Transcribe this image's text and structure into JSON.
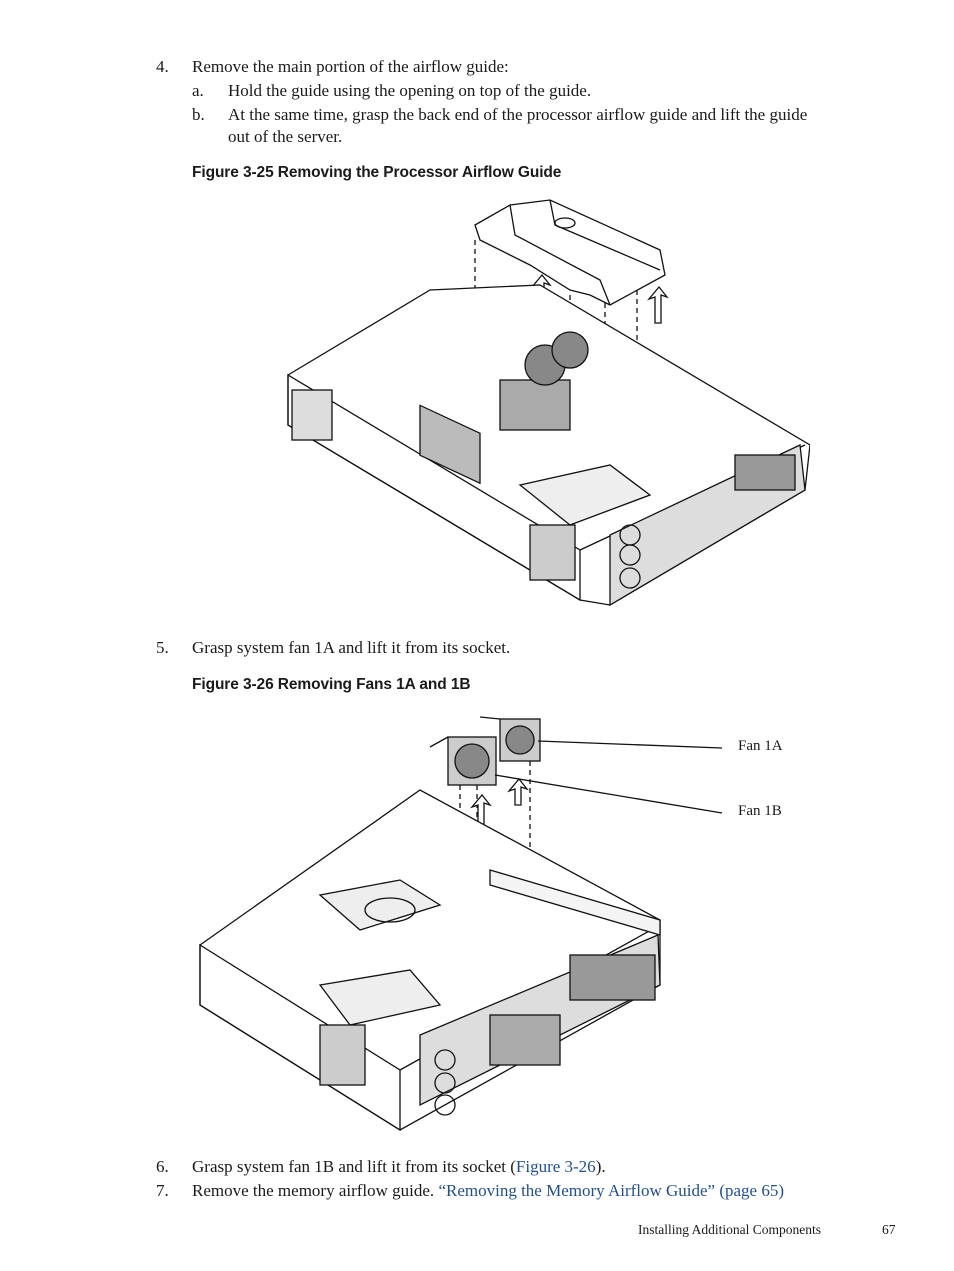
{
  "step4": {
    "num": "4.",
    "text": "Remove the main portion of the airflow guide:",
    "sub_a_label": "a.",
    "sub_a_text": "Hold the guide using the opening on top of the guide.",
    "sub_b_label": "b.",
    "sub_b_line1": "At the same time, grasp the back end of the processor airflow guide and lift the guide",
    "sub_b_line2": "out of the server."
  },
  "figure25": {
    "caption": "Figure 3-25 Removing the Processor Airflow Guide"
  },
  "step5": {
    "num": "5.",
    "text": "Grasp system fan 1A and lift it from its socket."
  },
  "figure26": {
    "caption": "Figure 3-26 Removing Fans 1A and 1B",
    "callout_1a": "Fan 1A",
    "callout_1b": "Fan 1B"
  },
  "step6": {
    "num": "6.",
    "text_before": "Grasp system fan 1B and lift it from its socket (",
    "link": "Figure 3-26",
    "text_after": ")."
  },
  "step7": {
    "num": "7.",
    "text": "Remove the memory airflow guide.",
    "link": "“Removing the Memory Airflow Guide” (page 65)"
  },
  "footer": {
    "section": "Installing Additional Components",
    "page": "67"
  },
  "colors": {
    "link": "#1f4f8f",
    "text": "#1a1a1a"
  }
}
